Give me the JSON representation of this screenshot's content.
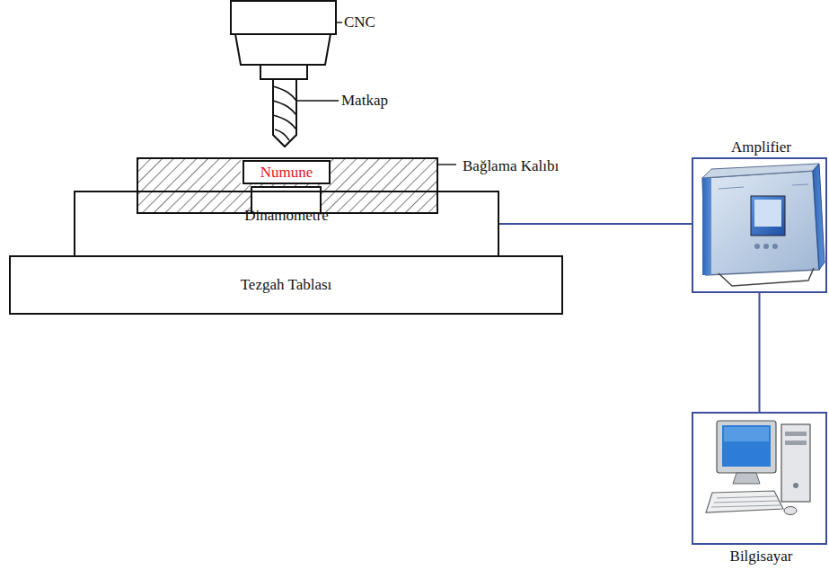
{
  "diagram": {
    "nodes": [
      {
        "text": [
          "Bağlama Kalıbı"
        ]
      },
      {
        "text": [
          "Numune"
        ],
        "in": 0
      },
      {
        "text": [
          "Dinamometre"
        ]
      },
      {
        "text": [
          "Tezgah Tablası"
        ]
      },
      {
        "text": [
          "Amplifier"
        ]
      },
      {
        "text": [
          "Bilgisayar"
        ]
      }
    ],
    "edges": [
      {
        "from": 2,
        "to": 4,
        "arrow": "none"
      },
      {
        "from": 4,
        "to": 5,
        "arrow": "none"
      }
    ],
    "labels": [
      "CNC",
      "Matkap"
    ]
  }
}
